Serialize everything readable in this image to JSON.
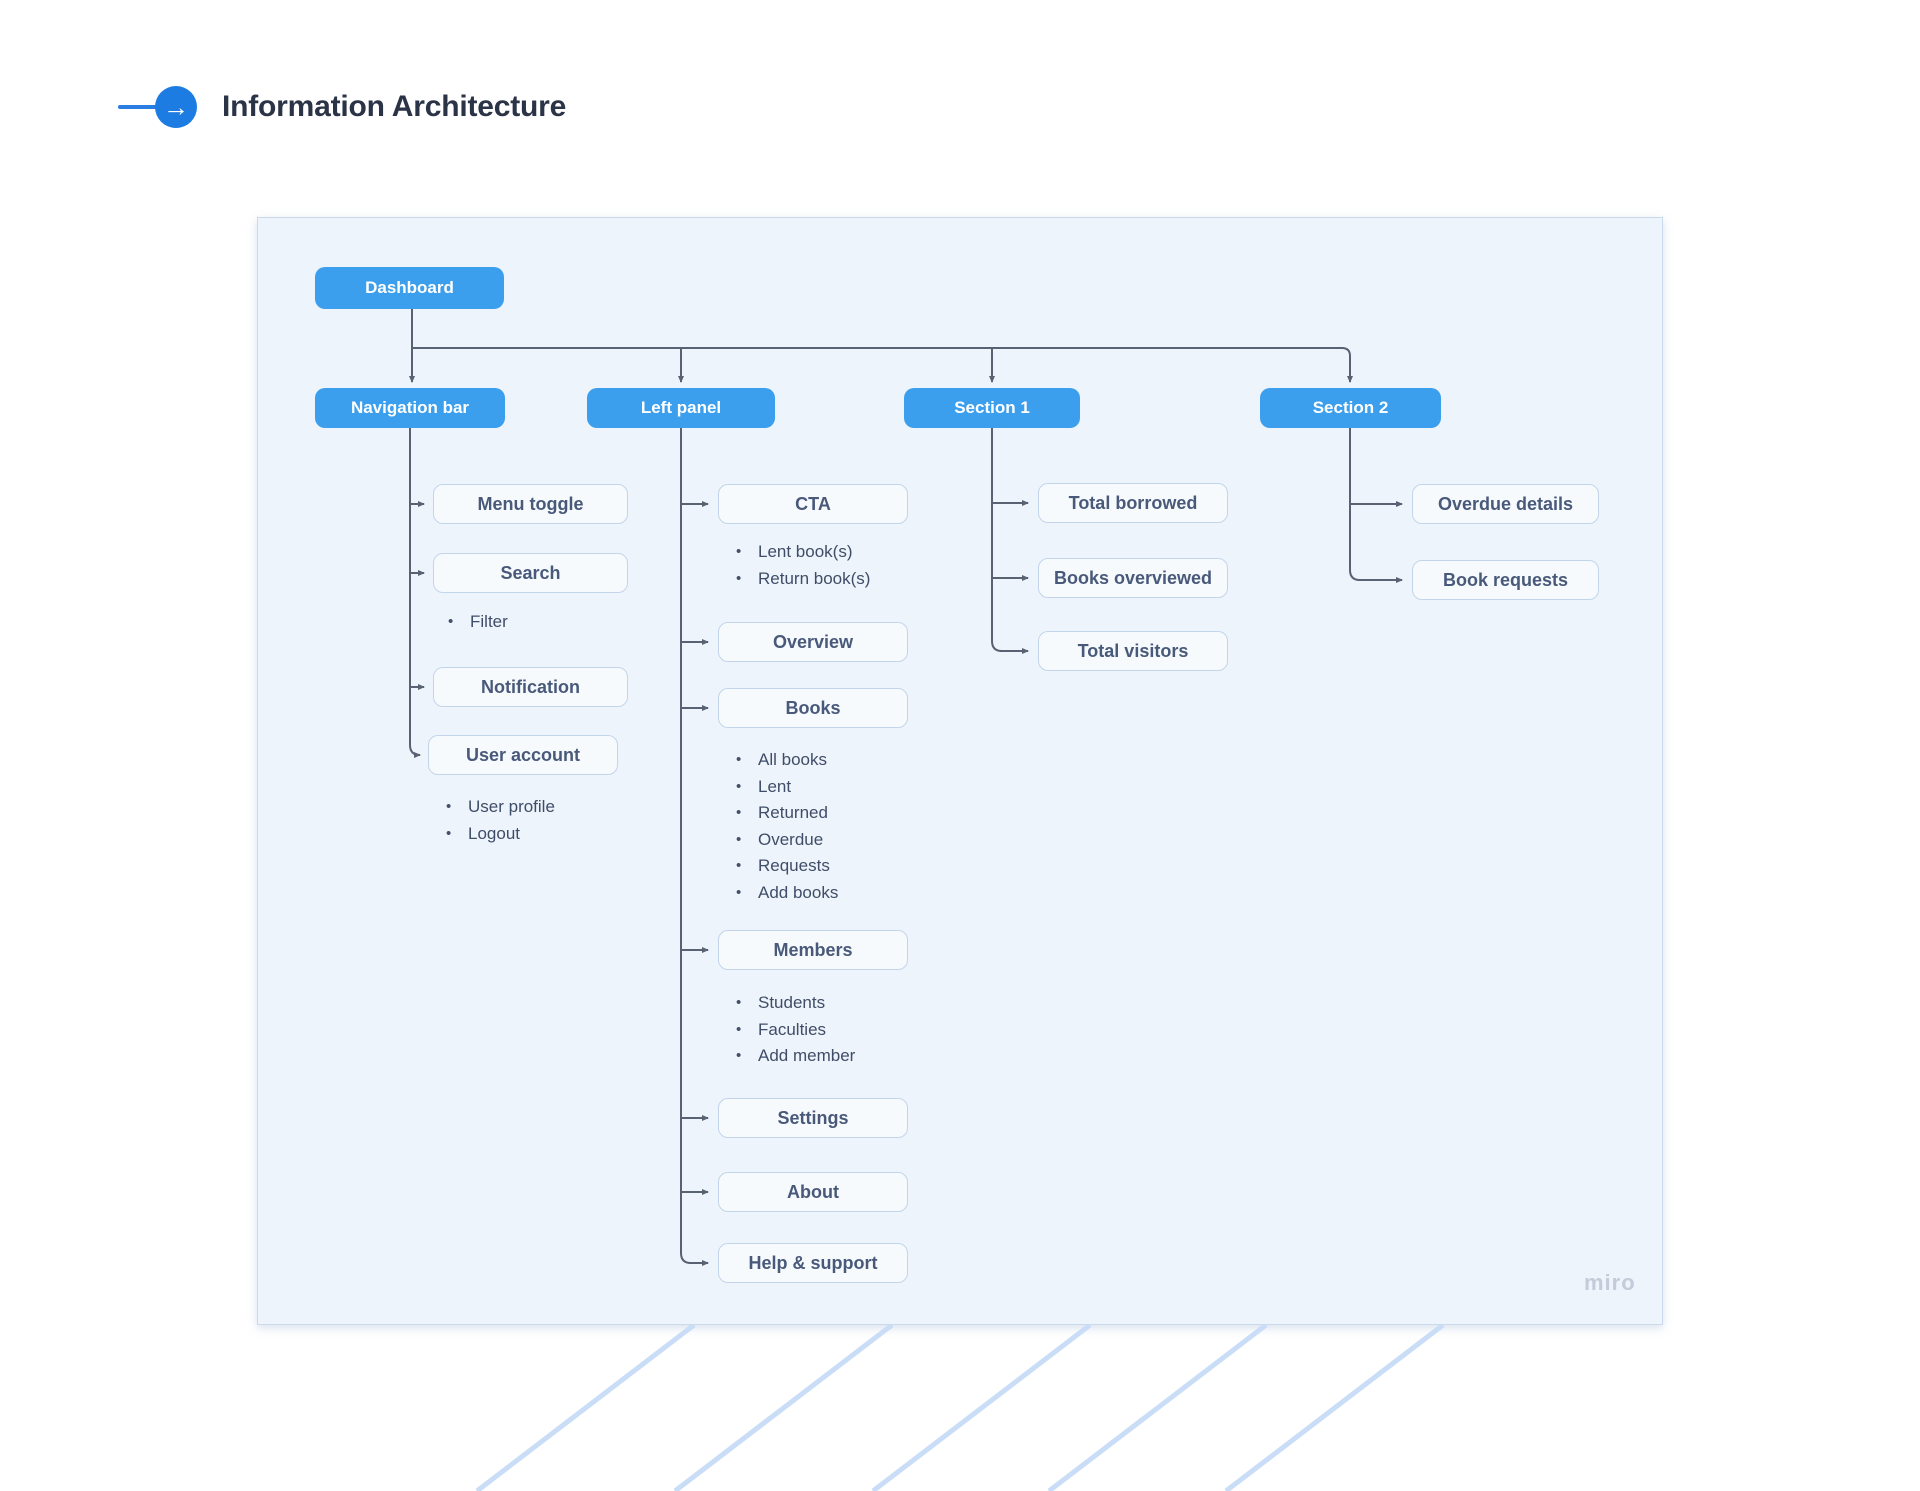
{
  "header": {
    "title": "Information Architecture",
    "icon": "arrow-right-circle-icon",
    "arrow_glyph": "→"
  },
  "colors": {
    "accent_blue": "#3b9fed",
    "icon_blue": "#1d7ce2",
    "panel_bg": "#eef4fb",
    "leaf_border": "#c2d5eb",
    "leaf_text": "#48597a",
    "connector": "#586273",
    "stripe_blue": "#c9ddf7",
    "title_text": "#2b3347"
  },
  "diagram": {
    "root": {
      "label": "Dashboard"
    },
    "branches": [
      {
        "label": "Navigation bar",
        "children": [
          {
            "label": "Menu toggle",
            "bullets": []
          },
          {
            "label": "Search",
            "bullets": [
              "Filter"
            ]
          },
          {
            "label": "Notification",
            "bullets": []
          },
          {
            "label": "User account",
            "bullets": [
              "User profile",
              "Logout"
            ]
          }
        ]
      },
      {
        "label": "Left panel",
        "children": [
          {
            "label": "CTA",
            "bullets": [
              "Lent book(s)",
              "Return book(s)"
            ]
          },
          {
            "label": "Overview",
            "bullets": []
          },
          {
            "label": "Books",
            "bullets": [
              "All books",
              "Lent",
              "Returned",
              "Overdue",
              "Requests",
              "Add books"
            ]
          },
          {
            "label": "Members",
            "bullets": [
              "Students",
              "Faculties",
              "Add member"
            ]
          },
          {
            "label": "Settings",
            "bullets": []
          },
          {
            "label": "About",
            "bullets": []
          },
          {
            "label": "Help & support",
            "bullets": []
          }
        ]
      },
      {
        "label": "Section 1",
        "children": [
          {
            "label": "Total borrowed",
            "bullets": []
          },
          {
            "label": "Books overviewed",
            "bullets": []
          },
          {
            "label": "Total visitors",
            "bullets": []
          }
        ]
      },
      {
        "label": "Section 2",
        "children": [
          {
            "label": "Overdue details",
            "bullets": []
          },
          {
            "label": "Book requests",
            "bullets": []
          }
        ]
      }
    ]
  },
  "watermark": "miro"
}
